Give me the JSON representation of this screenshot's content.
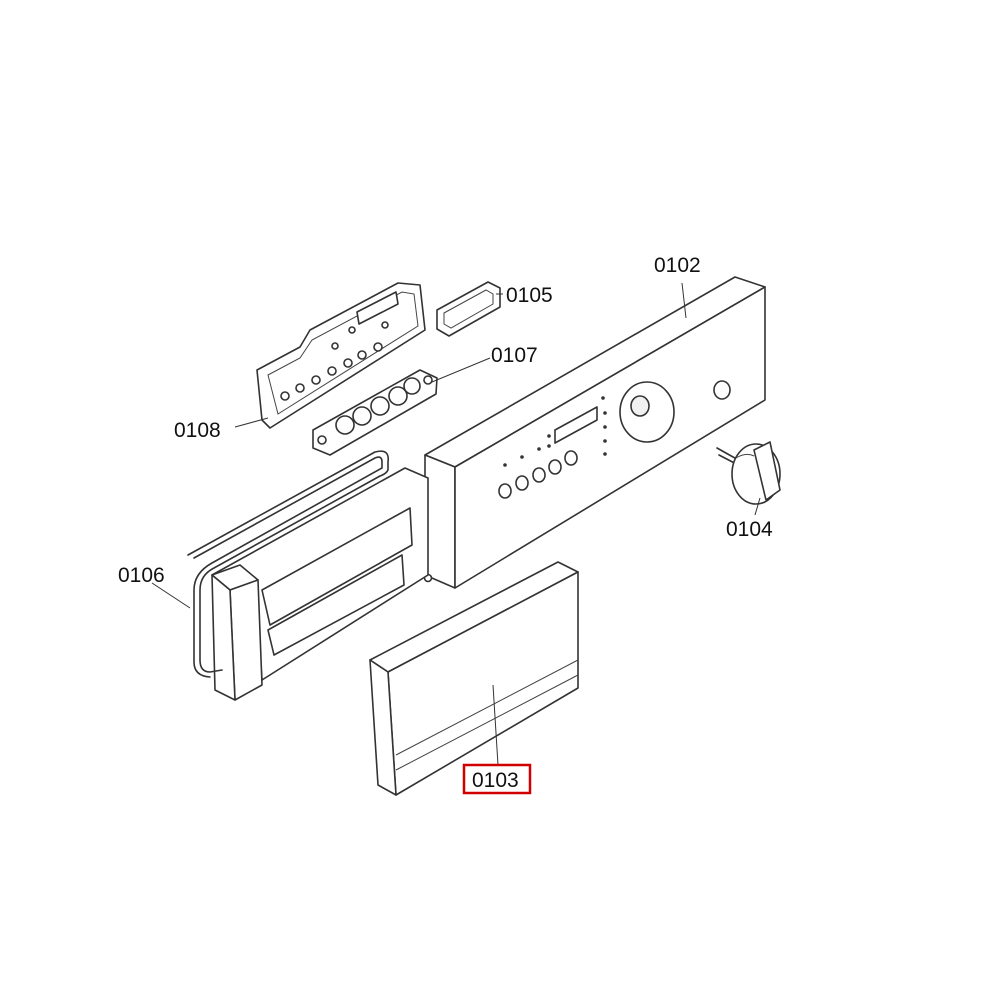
{
  "diagram": {
    "labels": {
      "p0102": "0102",
      "p0103": "0103",
      "p0104": "0104",
      "p0105": "0105",
      "p0106": "0106",
      "p0107": "0107",
      "p0108": "0108"
    },
    "highlighted_part": "0103",
    "highlight_color": "#d00000"
  }
}
